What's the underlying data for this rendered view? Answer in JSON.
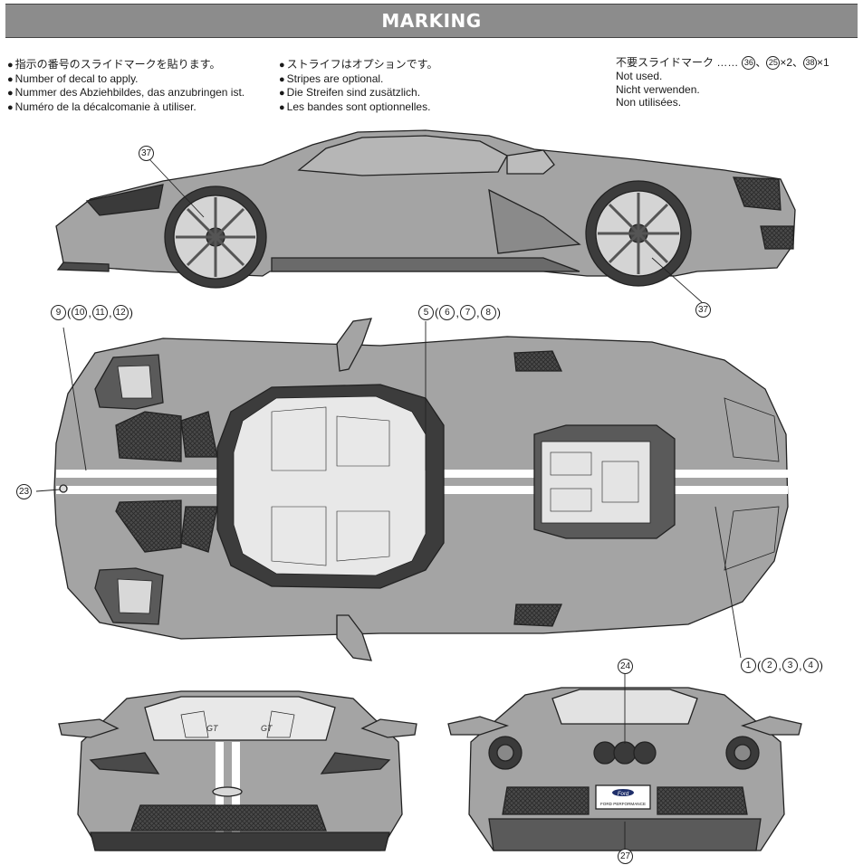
{
  "header": {
    "title": "MARKING"
  },
  "instructions": {
    "decal_number": [
      "指示の番号のスライドマークを貼ります。",
      "Number of decal to apply.",
      "Nummer des Abziehbildes, das anzubringen ist.",
      "Numéro de la décalcomanie à utiliser."
    ],
    "stripes_optional": [
      "ストライフはオプションです。",
      "Stripes are optional.",
      "Die Streifen sind zusätzlich.",
      "Les bandes sont optionnelles."
    ],
    "not_used": {
      "jp_label": "不要スライドマーク ……",
      "items": [
        {
          "num": "36",
          "suffix": "、"
        },
        {
          "num": "25",
          "suffix": "×2、"
        },
        {
          "num": "38",
          "suffix": "×1"
        }
      ],
      "lines": [
        "Not used.",
        "Nicht verwenden.",
        "Non utilisées."
      ]
    }
  },
  "callouts": {
    "side_front_wheel": "37",
    "side_rear_wheel": "37",
    "top_nose": {
      "main": "9",
      "alts": [
        "10",
        "11",
        "12"
      ]
    },
    "top_stripe": {
      "main": "5",
      "alts": [
        "6",
        "7",
        "8"
      ]
    },
    "top_badge": "23",
    "top_rear": {
      "main": "1",
      "alts": [
        "2",
        "3",
        "4"
      ]
    },
    "rear_upper": "24",
    "rear_lower": "27"
  },
  "badges": {
    "rear_brand": "Ford",
    "rear_sub": "FORD PERFORMANCE",
    "seat_logo_left": "GT",
    "seat_logo_right": "GT"
  },
  "colors": {
    "body": "#a4a4a4",
    "stripe": "#ffffff",
    "header": "#8c8c8c",
    "mesh": "#3a3a3a",
    "line": "#222222"
  }
}
